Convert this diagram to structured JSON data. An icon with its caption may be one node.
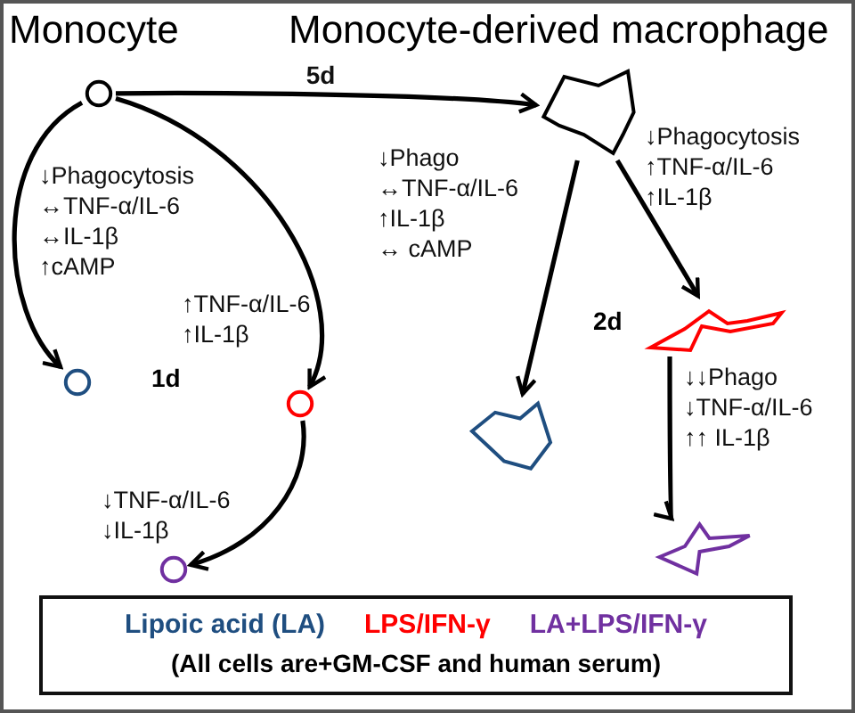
{
  "diagram": {
    "nodes": [
      {
        "text": [],
        "shape": "circle"
      },
      {
        "text": [],
        "shape": "cell"
      },
      {
        "text": [],
        "shape": "circle"
      },
      {
        "text": [],
        "shape": "circle"
      },
      {
        "text": [],
        "shape": "circle"
      },
      {
        "text": [],
        "shape": "cell"
      },
      {
        "text": [],
        "shape": "cell"
      },
      {
        "text": [],
        "shape": "cell"
      }
    ],
    "edges": [
      {
        "from": 0,
        "to": 1,
        "arrow": "to",
        "label": "5d"
      },
      {
        "from": 0,
        "to": 2,
        "arrow": "to",
        "label": "↓Phagocytosis ↔TNF-α/IL-6 ↔IL-1β ↑cAMP"
      },
      {
        "from": 0,
        "to": 3,
        "arrow": "to",
        "label": "↑TNF-α/IL-6 ↑IL-1β"
      },
      {
        "from": 3,
        "to": 4,
        "arrow": "to",
        "label": "↓TNF-α/IL-6 ↓IL-1β"
      },
      {
        "from": 1,
        "to": 5,
        "arrow": "to",
        "label": "↓Phago ↔TNF-α/IL-6 ↑IL-1β ↔ cAMP"
      },
      {
        "from": 1,
        "to": 6,
        "arrow": "to",
        "label": "↓Phagocytosis ↑TNF-α/IL-6 ↑IL-1β"
      },
      {
        "from": 6,
        "to": 7,
        "arrow": "to",
        "label": "↓↓Phago ↓TNF-α/IL-6 ↑↑ IL-1β"
      }
    ],
    "labels": [
      "Monocyte",
      "Monocyte-derived macrophage",
      "2d",
      "1d",
      "(All cells are+GM-CSF and human serum)"
    ],
    "legend": [
      {
        "text": "Lipoic acid (LA)",
        "color": "#1f4e80"
      },
      {
        "text": "LPS/IFN-γ",
        "color": "#ff0000"
      },
      {
        "text": "LA+LPS/IFN-γ",
        "color": "#7030a0"
      }
    ]
  }
}
